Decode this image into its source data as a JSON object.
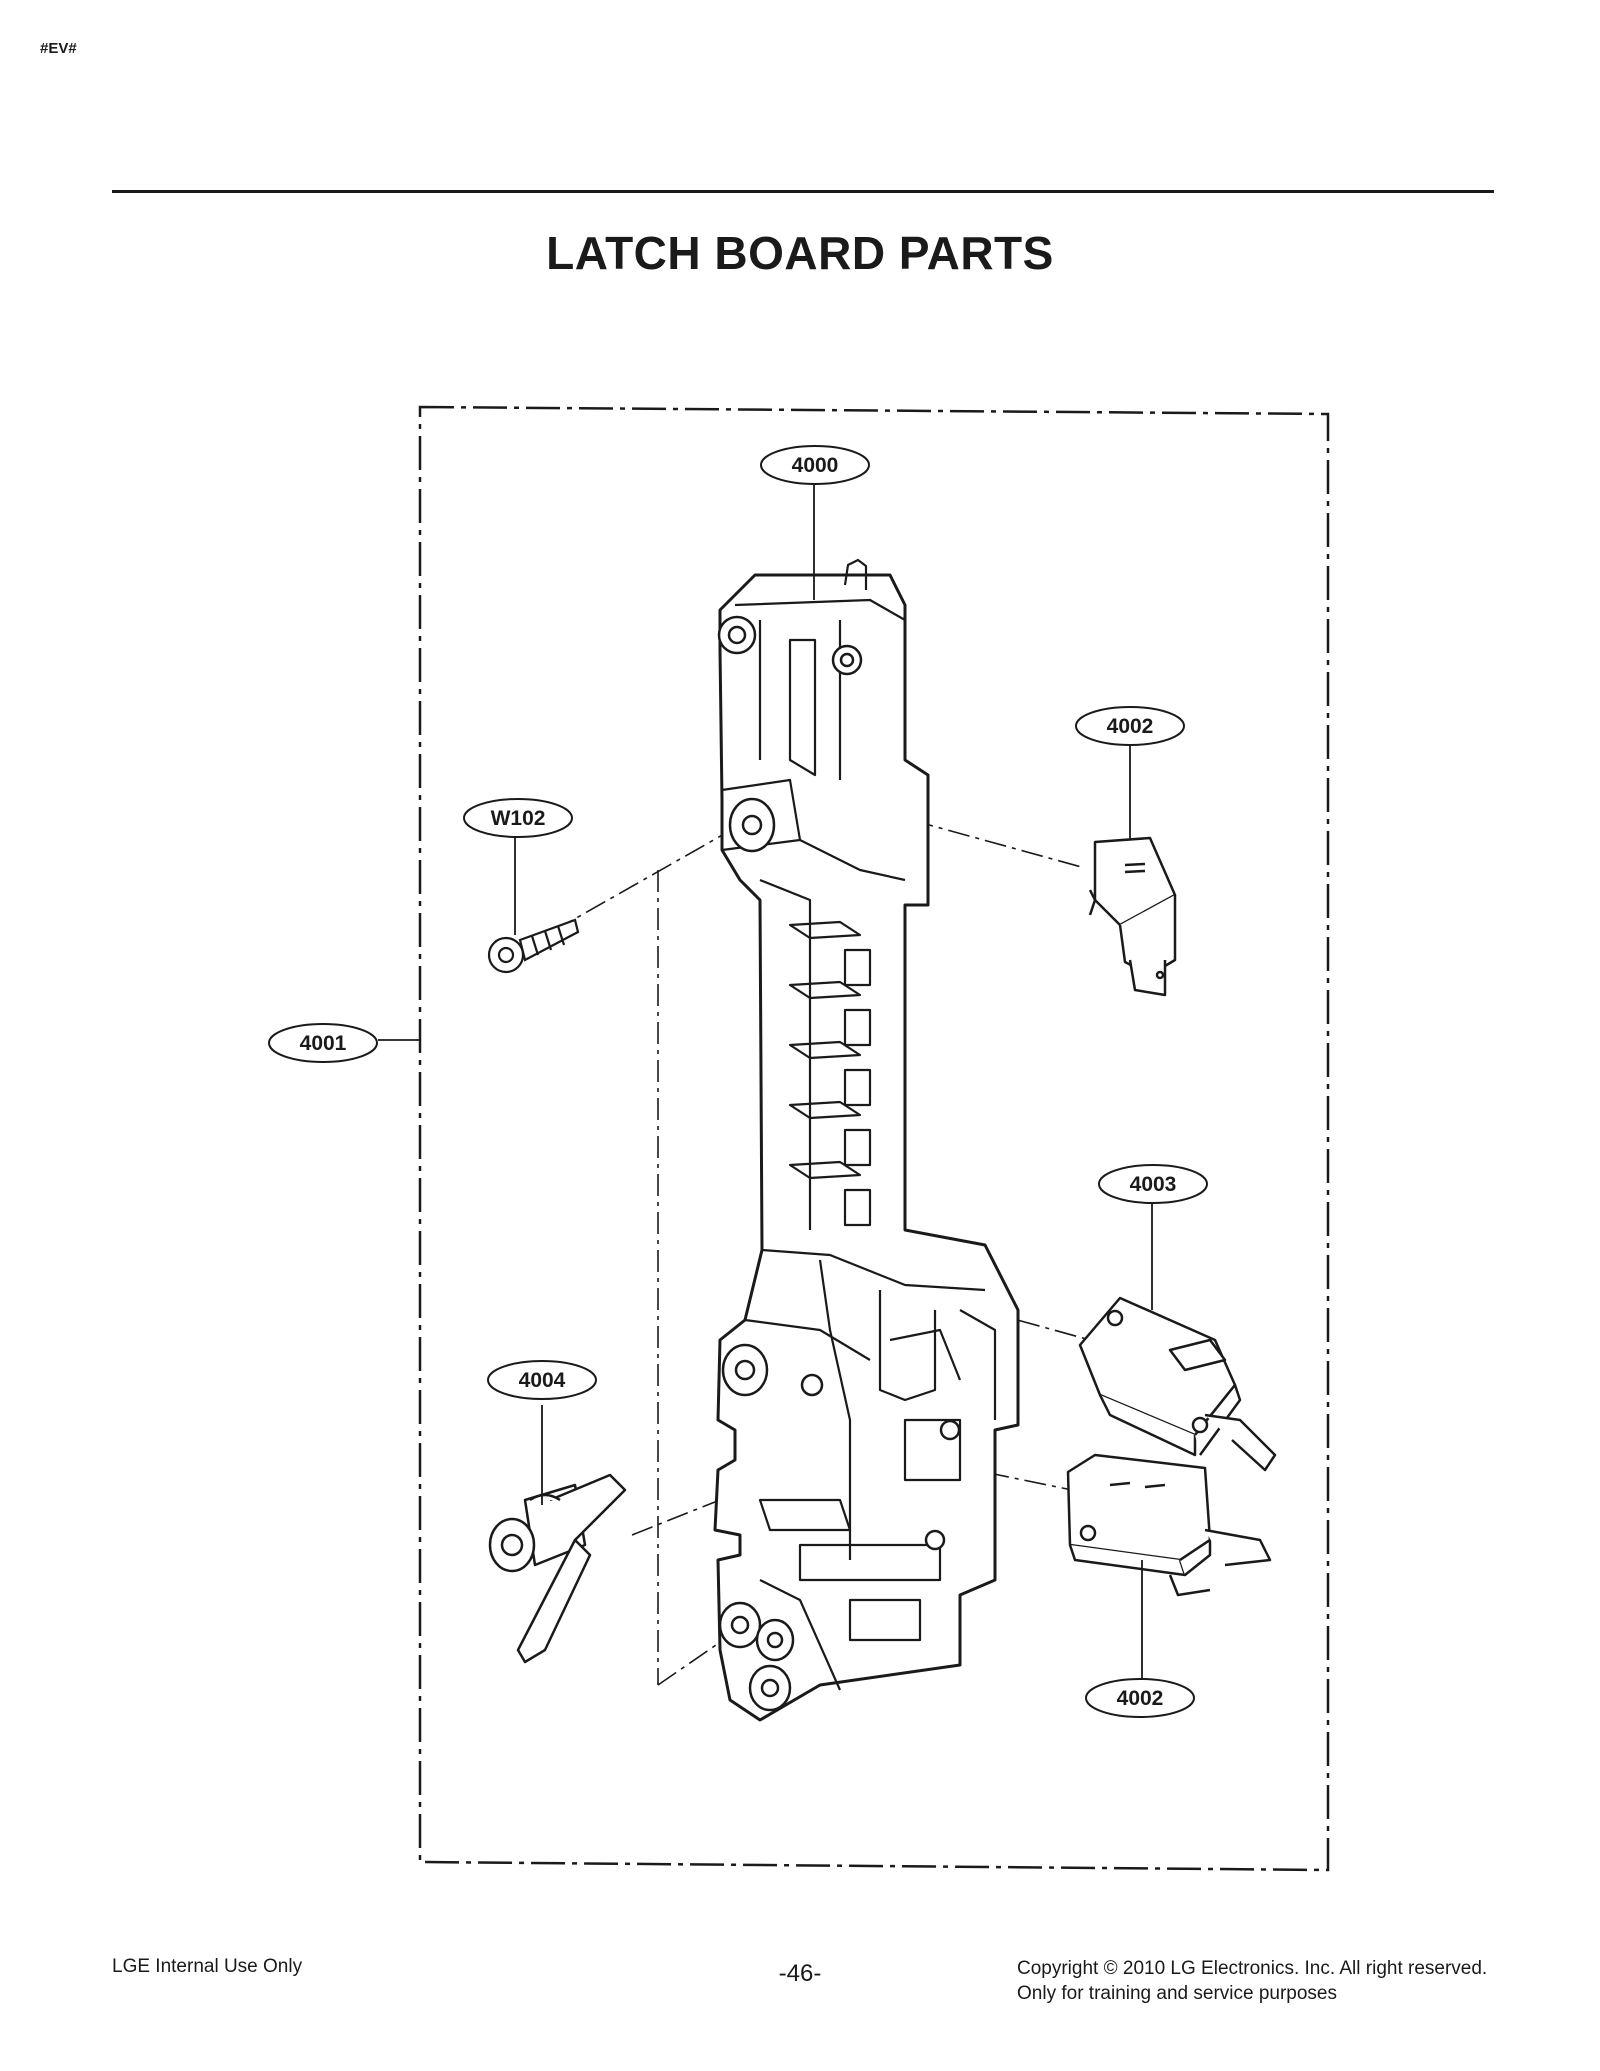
{
  "header": {
    "tag": "#EV#",
    "title": "LATCH BOARD PARTS"
  },
  "callouts": [
    {
      "id": "c-4000",
      "label": "4000"
    },
    {
      "id": "c-4002-top",
      "label": "4002"
    },
    {
      "id": "c-w102",
      "label": "W102"
    },
    {
      "id": "c-4001",
      "label": "4001"
    },
    {
      "id": "c-4003",
      "label": "4003"
    },
    {
      "id": "c-4004",
      "label": "4004"
    },
    {
      "id": "c-4002-bottom",
      "label": "4002"
    }
  ],
  "footer": {
    "left": "LGE Internal Use Only",
    "page": "-46-",
    "copyright": "Copyright © 2010 LG Electronics. Inc. All right reserved.",
    "note": "Only for training and service purposes"
  }
}
